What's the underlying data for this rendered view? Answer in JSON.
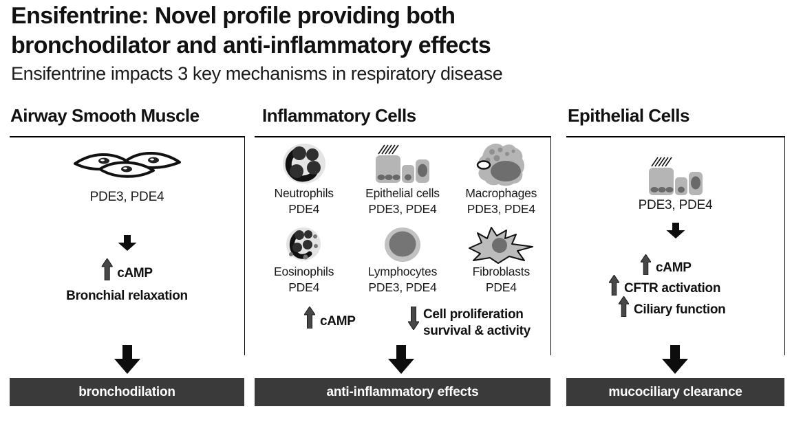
{
  "header": {
    "title_line1": "Ensifentrine: Novel profile providing both",
    "title_line2": "bronchodilator and anti-inflammatory effects",
    "subtitle": "Ensifentrine impacts 3 key mechanisms in respiratory disease"
  },
  "colors": {
    "outcome_bar_bg": "#3a3a3a",
    "outcome_bar_text": "#ffffff",
    "black_arrow": "#0d0d0d",
    "gray_arrow": "#474747",
    "cell_body_gray": "#b5b5b5",
    "nucleus_gray": "#6e6e6e"
  },
  "icons": [
    "smooth-muscle-icon",
    "neutrophil-icon",
    "epithelial-cells-icon",
    "macrophage-icon",
    "eosinophil-icon",
    "lymphocyte-icon",
    "fibroblast-icon",
    "down-block-arrow-icon",
    "up-block-arrow-icon"
  ],
  "panels": [
    {
      "heading": "Airway Smooth Muscle",
      "enzymes": "PDE3, PDE4",
      "camp_label": "cAMP",
      "extra_label": "Bronchial relaxation",
      "outcome": "bronchodilation"
    },
    {
      "heading": "Inflammatory Cells",
      "cells": [
        {
          "name": "Neutrophils",
          "enzymes": "PDE4"
        },
        {
          "name": "Epithelial cells",
          "enzymes": "PDE3, PDE4"
        },
        {
          "name": "Macrophages",
          "enzymes": "PDE3, PDE4"
        },
        {
          "name": "Eosinophils",
          "enzymes": "PDE4"
        },
        {
          "name": "Lymphocytes",
          "enzymes": "PDE3, PDE4"
        },
        {
          "name": "Fibroblasts",
          "enzymes": "PDE4"
        }
      ],
      "camp_label": "cAMP",
      "prolif_line1": "Cell proliferation",
      "prolif_line2": "survival & activity",
      "outcome": "anti-inflammatory effects"
    },
    {
      "heading": "Epithelial Cells",
      "enzymes": "PDE3, PDE4",
      "effects": [
        {
          "label": "cAMP"
        },
        {
          "label": "CFTR activation"
        },
        {
          "label": "Ciliary function"
        }
      ],
      "outcome": "mucociliary clearance"
    }
  ]
}
